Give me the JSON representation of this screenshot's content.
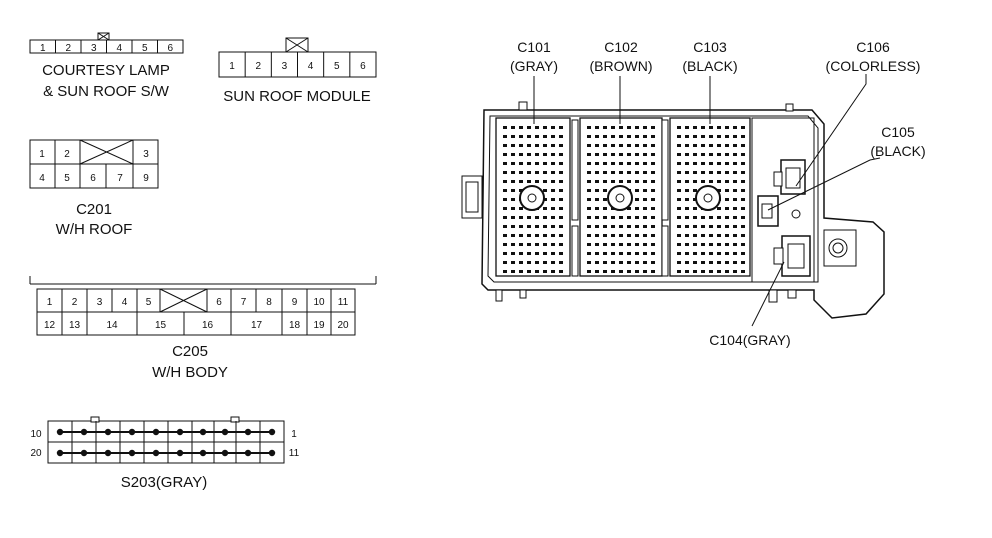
{
  "connectors": {
    "courtesy_lamp": {
      "pins": [
        "1",
        "2",
        "3",
        "4",
        "5",
        "6"
      ],
      "title_line1": "COURTESY LAMP",
      "title_line2": "& SUN ROOF S/W"
    },
    "sun_roof_module": {
      "pins": [
        "1",
        "2",
        "3",
        "4",
        "5",
        "6"
      ],
      "title": "SUN ROOF MODULE"
    },
    "c201": {
      "top_pins": [
        "1",
        "2",
        "3"
      ],
      "bottom_pins": [
        "4",
        "5",
        "6",
        "7",
        "9"
      ],
      "name": "C201",
      "subtitle": "W/H ROOF"
    },
    "c205": {
      "top_pins": [
        "1",
        "2",
        "3",
        "4",
        "5",
        "6",
        "7",
        "8",
        "9",
        "10",
        "11"
      ],
      "bottom_pins": [
        "12",
        "13",
        "14",
        "15",
        "16",
        "17",
        "18",
        "19",
        "20"
      ],
      "name": "C205",
      "subtitle": "W/H BODY"
    },
    "s203": {
      "left_top": "10",
      "left_bottom": "20",
      "right_top": "1",
      "right_bottom": "11",
      "label": "S203(GRAY)"
    }
  },
  "junction_box": {
    "c101_name": "C101",
    "c101_color": "(GRAY)",
    "c102_name": "C102",
    "c102_color": "(BROWN)",
    "c103_name": "C103",
    "c103_color": "(BLACK)",
    "c106_name": "C106",
    "c106_color": "(COLORLESS)",
    "c105_name": "C105",
    "c105_color": "(BLACK)",
    "c104_label": "C104(GRAY)"
  }
}
